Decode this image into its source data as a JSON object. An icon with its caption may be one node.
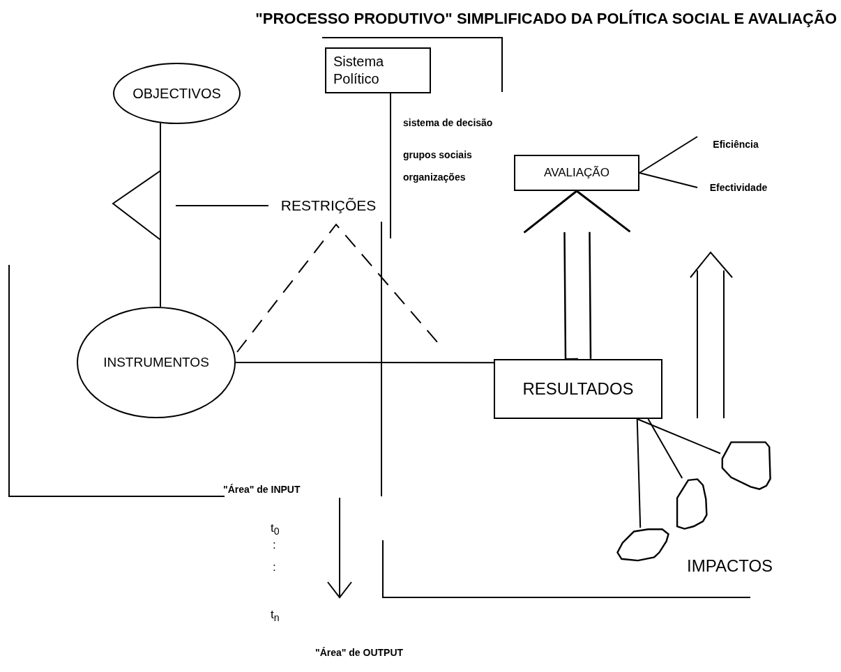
{
  "diagram": {
    "title": "\"PROCESSO PRODUTIVO\" SIMPLIFICADO DA POLÍTICA SOCIAL E AVALIAÇÃO",
    "nodes": [
      {
        "text": [
          "OBJECTIVOS"
        ]
      },
      {
        "text": [
          "Sistema Político"
        ],
        "beside": [
          "sistema de decisão",
          "grupos sociais",
          "organizações"
        ]
      },
      {
        "text": [
          "AVALIAÇÃO"
        ]
      },
      {
        "text": [
          "RESTRIÇÕES"
        ]
      },
      {
        "text": [
          "INSTRUMENTOS"
        ]
      },
      {
        "text": [
          "RESULTADOS"
        ]
      },
      {
        "text": [],
        "shape": "blob"
      },
      {
        "text": [],
        "shape": "blob"
      },
      {
        "text": [],
        "shape": "blob"
      },
      {
        "text": [
          "Eficiência"
        ]
      },
      {
        "text": [
          "Efectividade"
        ]
      }
    ],
    "edges": [
      {
        "from": 0,
        "to": 4,
        "arrow": "none"
      },
      {
        "from": 3,
        "to": null,
        "arrow": "none"
      },
      {
        "from": 1,
        "to": null,
        "arrow": "none"
      },
      {
        "from": 4,
        "to": 5,
        "arrow": "none"
      },
      {
        "from": 5,
        "to": 2,
        "arrow": "to"
      },
      {
        "from": 5,
        "to": 6,
        "arrow": "none"
      },
      {
        "from": 5,
        "to": 7,
        "arrow": "none"
      },
      {
        "from": 5,
        "to": 8,
        "arrow": "none"
      },
      {
        "from": 2,
        "to": 9,
        "arrow": "none"
      },
      {
        "from": 2,
        "to": 10,
        "arrow": "none"
      }
    ],
    "labels": [
      "\"Área\" de INPUT",
      "t$_{0}$",
      ":",
      ":",
      "t$_{n}$",
      "IMPACTOS",
      "\"Área\" de OUTPUT"
    ]
  }
}
